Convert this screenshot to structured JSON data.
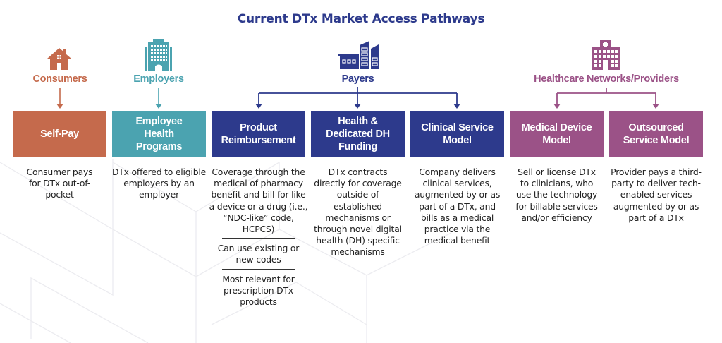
{
  "title": "Current DTx Market Access Pathways",
  "colors": {
    "consumers": "#c56a4c",
    "employers": "#4ba3b0",
    "payers": "#2d3a8c",
    "providers": "#9b5287",
    "body_text": "#222222"
  },
  "categories": [
    {
      "label": "Consumers",
      "icon": "house-icon"
    },
    {
      "label": "Employers",
      "icon": "office-building-icon"
    },
    {
      "label": "Payers",
      "icon": "factory-buildings-icon"
    },
    {
      "label": "Healthcare Networks/Providers",
      "icon": "hospital-icon"
    }
  ],
  "pathways": [
    {
      "category": "Consumers",
      "label": "Self-Pay",
      "description": [
        "Consumer pays for DTx out-of-pocket"
      ]
    },
    {
      "category": "Employers",
      "label": "Employee Health Programs",
      "description": [
        "DTx offered to eligible employers by an employer"
      ]
    },
    {
      "category": "Payers",
      "label": "Product Reimbursement",
      "description": [
        "Coverage through the medical of pharmacy benefit and bill for like a device or a drug (i.e., “NDC-like” code, HCPCS)",
        "Can use existing or new codes",
        "Most relevant for prescription DTx products"
      ]
    },
    {
      "category": "Payers",
      "label": "Health & Dedicated DH Funding",
      "description": [
        "DTx contracts directly for coverage outside of established mechanisms or through novel digital health (DH) specific mechanisms"
      ]
    },
    {
      "category": "Payers",
      "label": "Clinical Service Model",
      "description": [
        "Company delivers clinical services, augmented by or as part of a DTx, and bills as a medical practice via the medical benefit"
      ]
    },
    {
      "category": "Healthcare Networks/Providers",
      "label": "Medical Device Model",
      "description": [
        "Sell or license DTx to clinicians, who use the technology for billable services and/or efficiency"
      ]
    },
    {
      "category": "Healthcare Networks/Providers",
      "label": "Outsourced Service Model",
      "description": [
        "Provider pays a third-party to deliver tech-enabled services augmented by or as part of a DTx"
      ]
    }
  ]
}
